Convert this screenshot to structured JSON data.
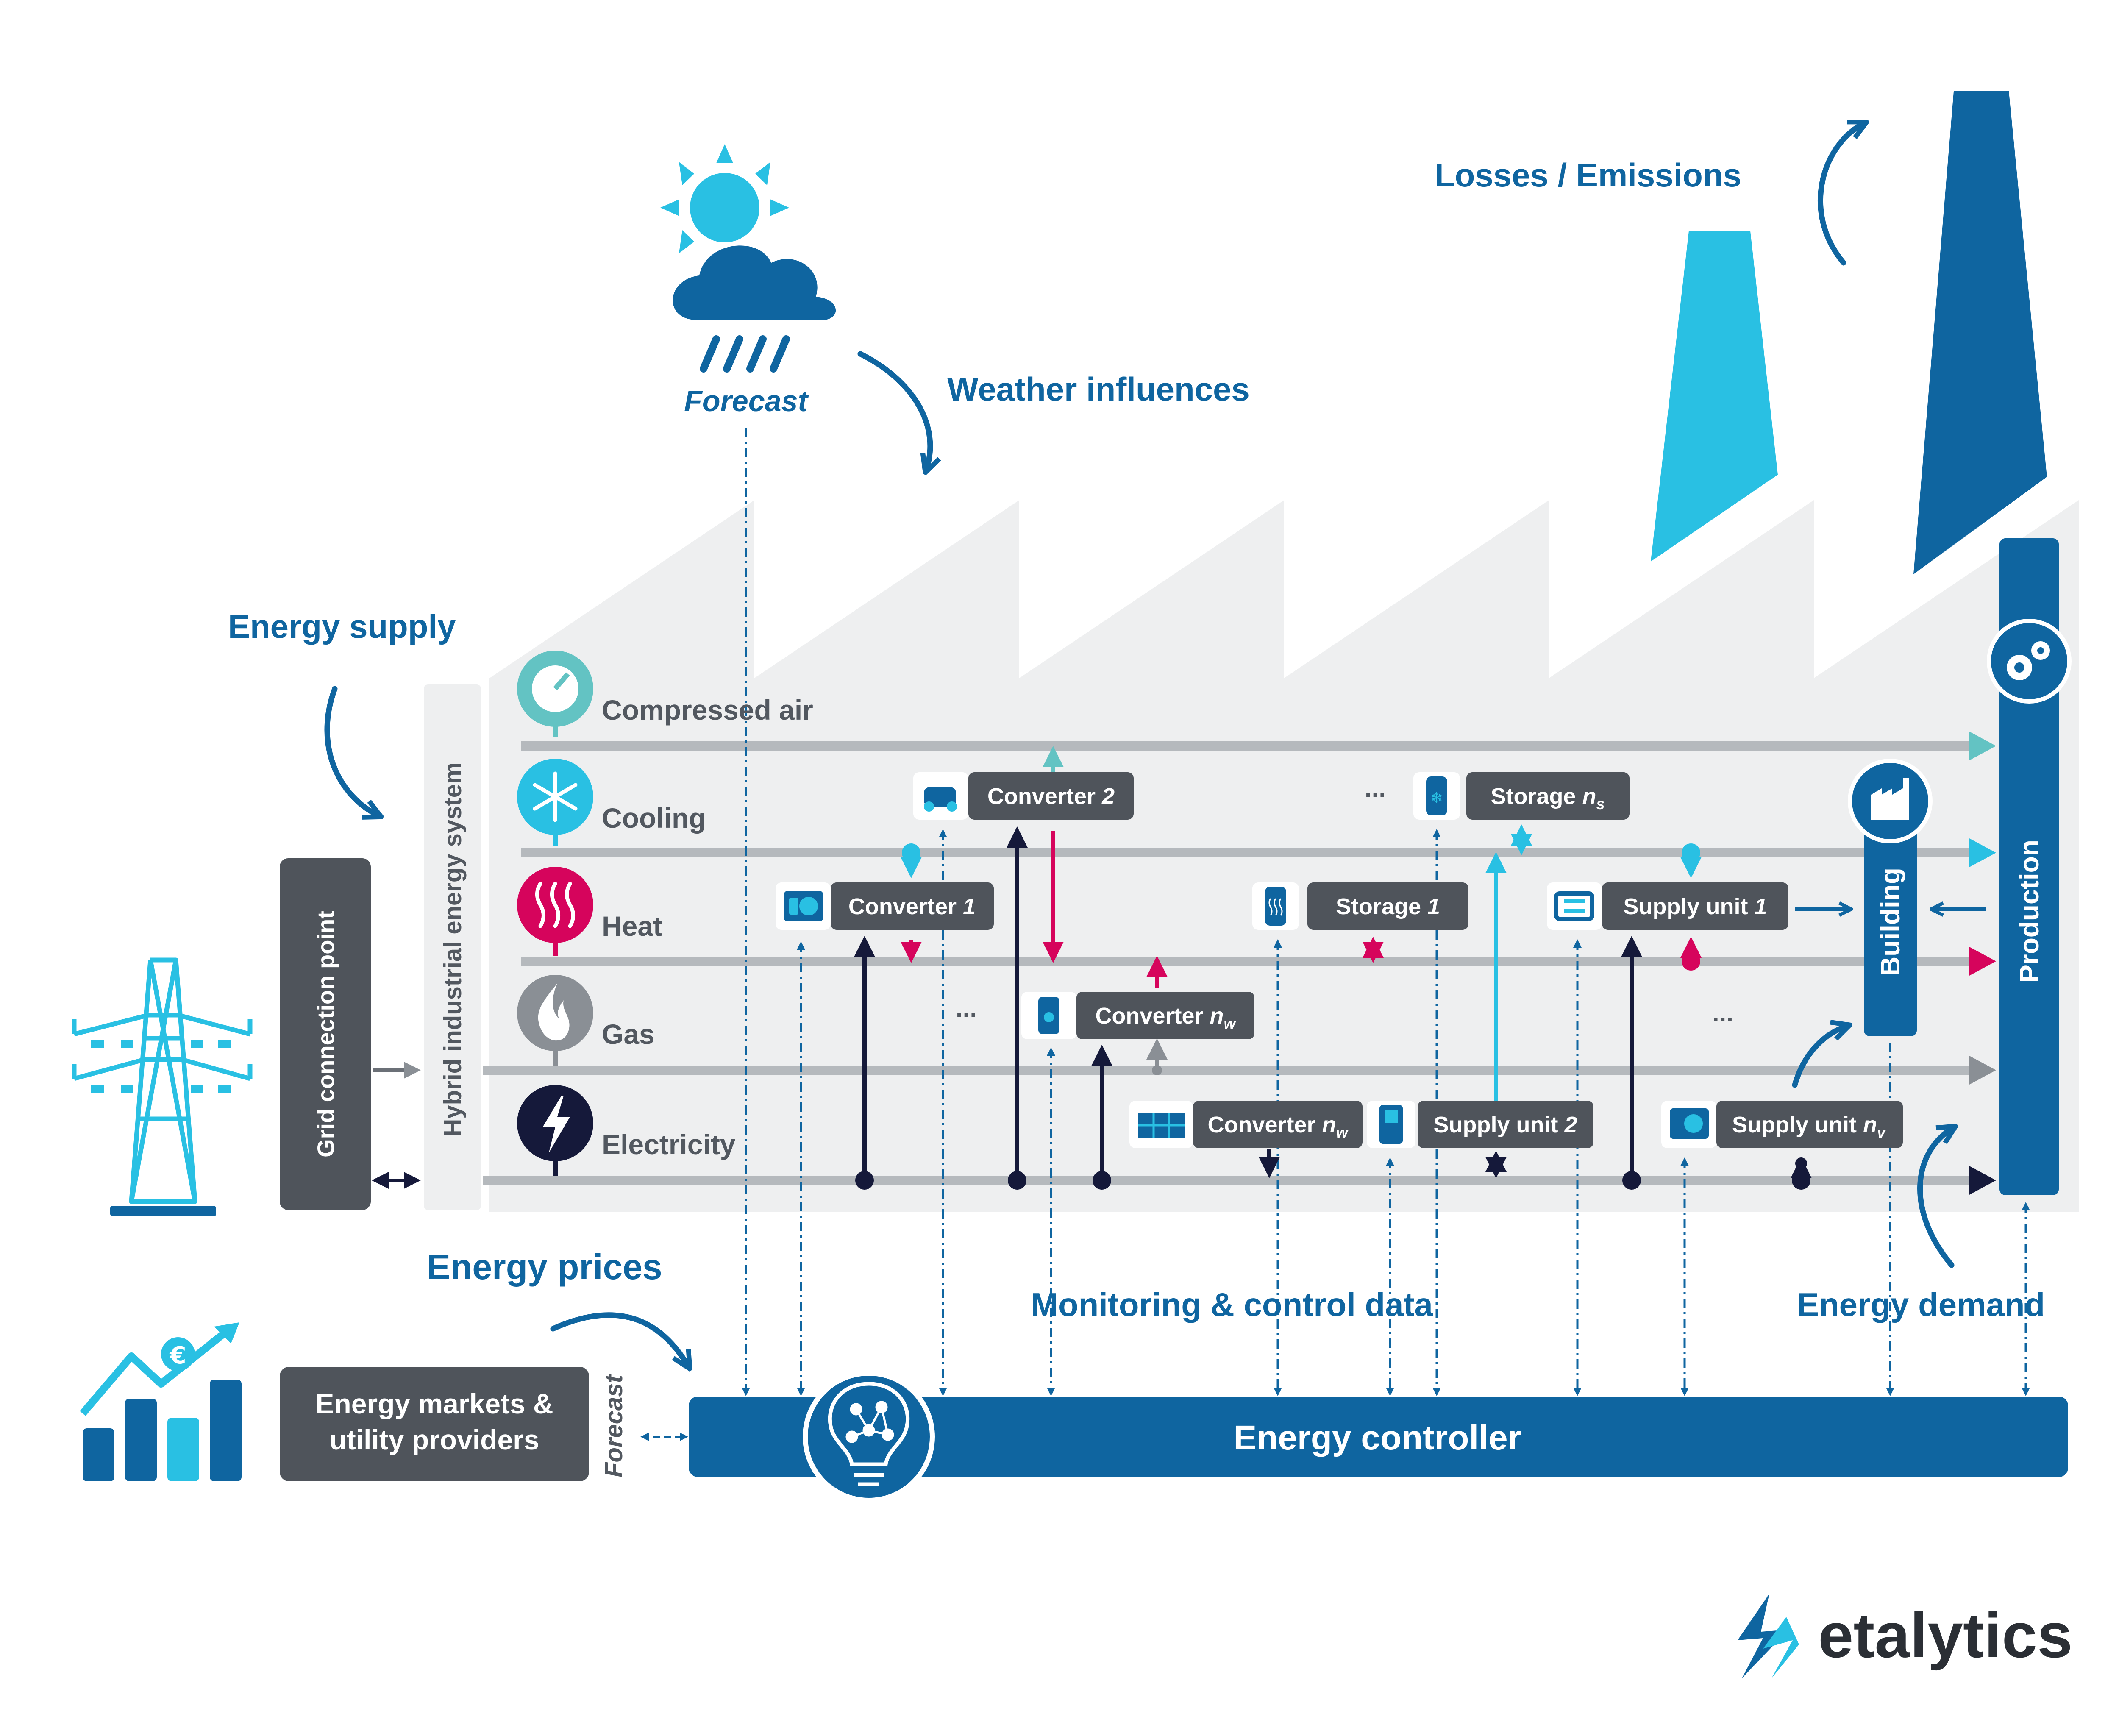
{
  "headings": {
    "weather_influences": "Weather influences",
    "losses_emissions": "Losses / Emissions",
    "energy_supply": "Energy supply",
    "energy_prices": "Energy prices",
    "monitoring": "Monitoring & control data",
    "energy_demand": "Energy demand"
  },
  "forecast_weather": "Forecast",
  "forecast_markets": "Forecast",
  "system_label": "Hybrid industrial energy system",
  "grid_label": "Grid connection point",
  "media": {
    "compressed_air": "Compressed air",
    "cooling": "Cooling",
    "heat": "Heat",
    "gas": "Gas",
    "electricity": "Electricity"
  },
  "components": {
    "converter_1": {
      "name": "Converter",
      "index": "1"
    },
    "converter_2": {
      "name": "Converter",
      "index": "2"
    },
    "converter_nw_a": {
      "name": "Converter",
      "index": "n",
      "sub": "w"
    },
    "converter_nw_b": {
      "name": "Converter",
      "index": "n",
      "sub": "w"
    },
    "storage_1": {
      "name": "Storage",
      "index": "1"
    },
    "storage_ns": {
      "name": "Storage",
      "index": "n",
      "sub": "s"
    },
    "supply_unit_1": {
      "name": "Supply unit",
      "index": "1"
    },
    "supply_unit_2": {
      "name": "Supply unit",
      "index": "2"
    },
    "supply_unit_nv": {
      "name": "Supply unit",
      "index": "n",
      "sub": "v"
    }
  },
  "ellipsis": "...",
  "consumers": {
    "building": "Building",
    "production": "Production"
  },
  "markets_box": {
    "line1": "Energy markets &",
    "line2": "utility providers"
  },
  "controller": "Energy controller",
  "brand": "etalytics",
  "colors": {
    "dark_blue": "#0f65a0",
    "light_blue": "#29c0e3",
    "grey_box": "#4f545b",
    "pipe_grey": "#b5b9bd",
    "factory_bg": "#eeeff0",
    "heat_magenta": "#d6045c",
    "air_teal": "#63c3c3",
    "navy": "#15193a"
  },
  "icons": [
    "sun-cloud-rain-icon",
    "pressure-gauge-icon",
    "snowflake-icon",
    "heat-waves-icon",
    "flame-icon",
    "lightning-icon",
    "power-pylon-icon",
    "gears-icon",
    "factory-icon",
    "lightbulb-network-icon",
    "price-chart-icon",
    "compressor-icon",
    "solar-panel-icon",
    "storage-tank-icon",
    "chiller-icon",
    "heat-pump-icon",
    "etalytics-logo-icon"
  ]
}
